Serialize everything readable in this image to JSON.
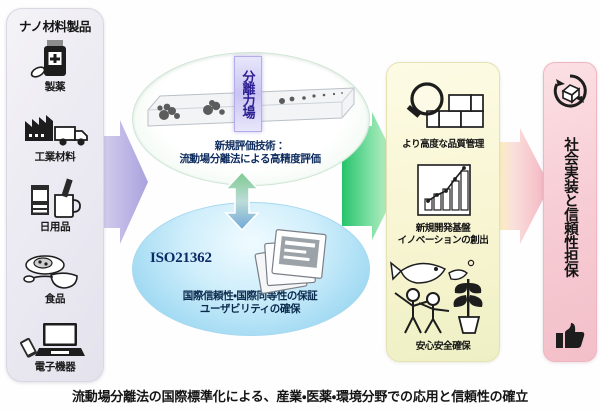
{
  "left_panel": {
    "title": "ナノ材料製品",
    "items": [
      {
        "label": "製薬",
        "icon": "medicine-bottle-icon"
      },
      {
        "label": "工業材料",
        "icon": "factory-truck-icon"
      },
      {
        "label": "日用品",
        "icon": "detergent-mug-icon"
      },
      {
        "label": "食品",
        "icon": "food-dishes-icon"
      },
      {
        "label": "電子機器",
        "icon": "laptop-phone-icon"
      }
    ]
  },
  "center": {
    "top": {
      "field_label": "分離力場",
      "text_line1": "新規評価技術：",
      "text_line2": "流動場分離法による高精度評価",
      "device_icon": "separation-channel-icon"
    },
    "bottom": {
      "iso_number": "ISO21362",
      "documents_icon": "standard-documents-icon",
      "text_line1": "国際信頼性・国際同等性の保証",
      "text_line2": "ユーザビリティの確保"
    },
    "link_arrow": "double-headed-vertical-arrow"
  },
  "outcomes_panel": {
    "items": [
      {
        "icon": "magnifier-blocks-icon",
        "label_line1": "より高度な品質管理",
        "label_line2": ""
      },
      {
        "icon": "bar-line-chart-icon",
        "label_line1": "新規開発基盤",
        "label_line2": "イノベーションの創出"
      },
      {
        "icon": "fish-people-plant-icon",
        "label_line1": "安心安全確保",
        "label_line2": ""
      }
    ]
  },
  "final_panel": {
    "top_icon": "box-recycle-icon",
    "text": "社会実装と信頼性担保",
    "bottom_icon": "thumbs-up-icon"
  },
  "arrows": {
    "left_to_center": "purple-chevron-arrow",
    "center_to_outcomes": "green-chevron-arrow",
    "outcomes_to_final": "pink-chevron-arrow"
  },
  "caption": "流動場分離法の国際標準化による、産業・医薬・環境分野での応用と信頼性の確立",
  "colors": {
    "left_panel": "#ecebf2",
    "arrow_purple": "#b9b2e0",
    "ellipse_top": "#e6f5e9",
    "ellipse_bottom": "#9fd9f2",
    "arrow_green": "#6fd38f",
    "yellow_panel": "#f8f5d2",
    "arrow_pink": "#f6c3cd",
    "pink_panel": "#f5ccd4",
    "iso_text": "#0b2a66"
  }
}
